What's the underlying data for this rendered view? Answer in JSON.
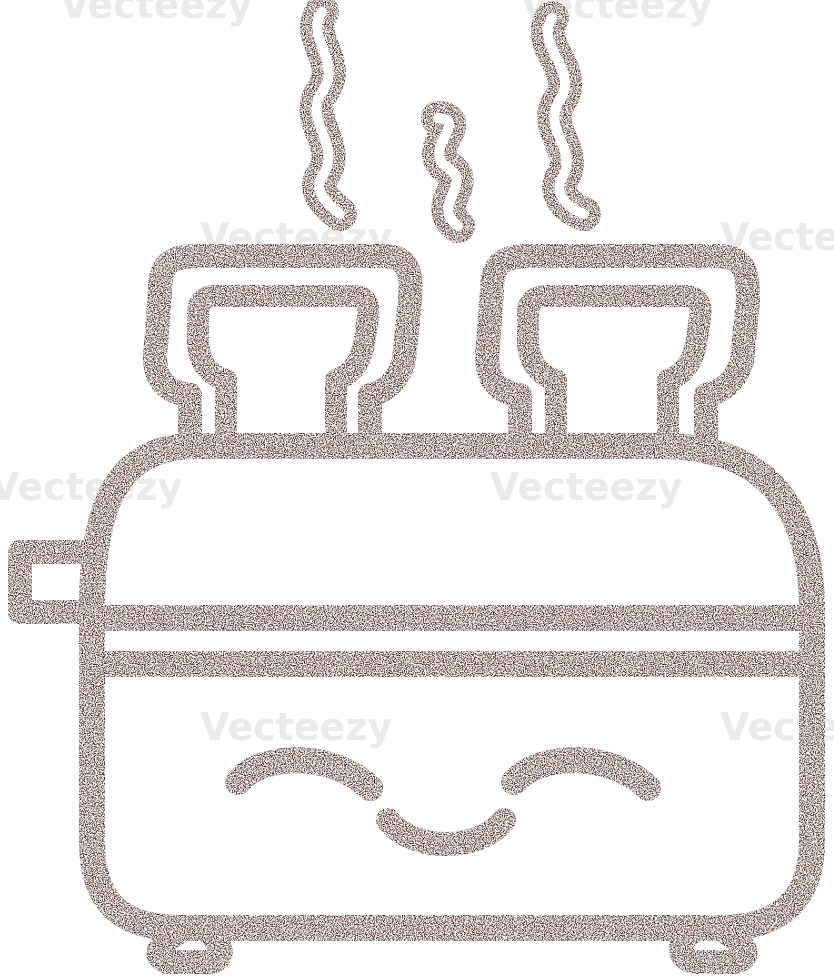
{
  "illustration": {
    "subject": "smiling toaster with two slices of toast and rising steam",
    "style": "charcoal chalk line drawing",
    "colors": {
      "ink": "#4a2317",
      "speckle": "#ffffff",
      "background": "#ffffff"
    }
  },
  "watermark": {
    "text": "Vecteezy"
  }
}
